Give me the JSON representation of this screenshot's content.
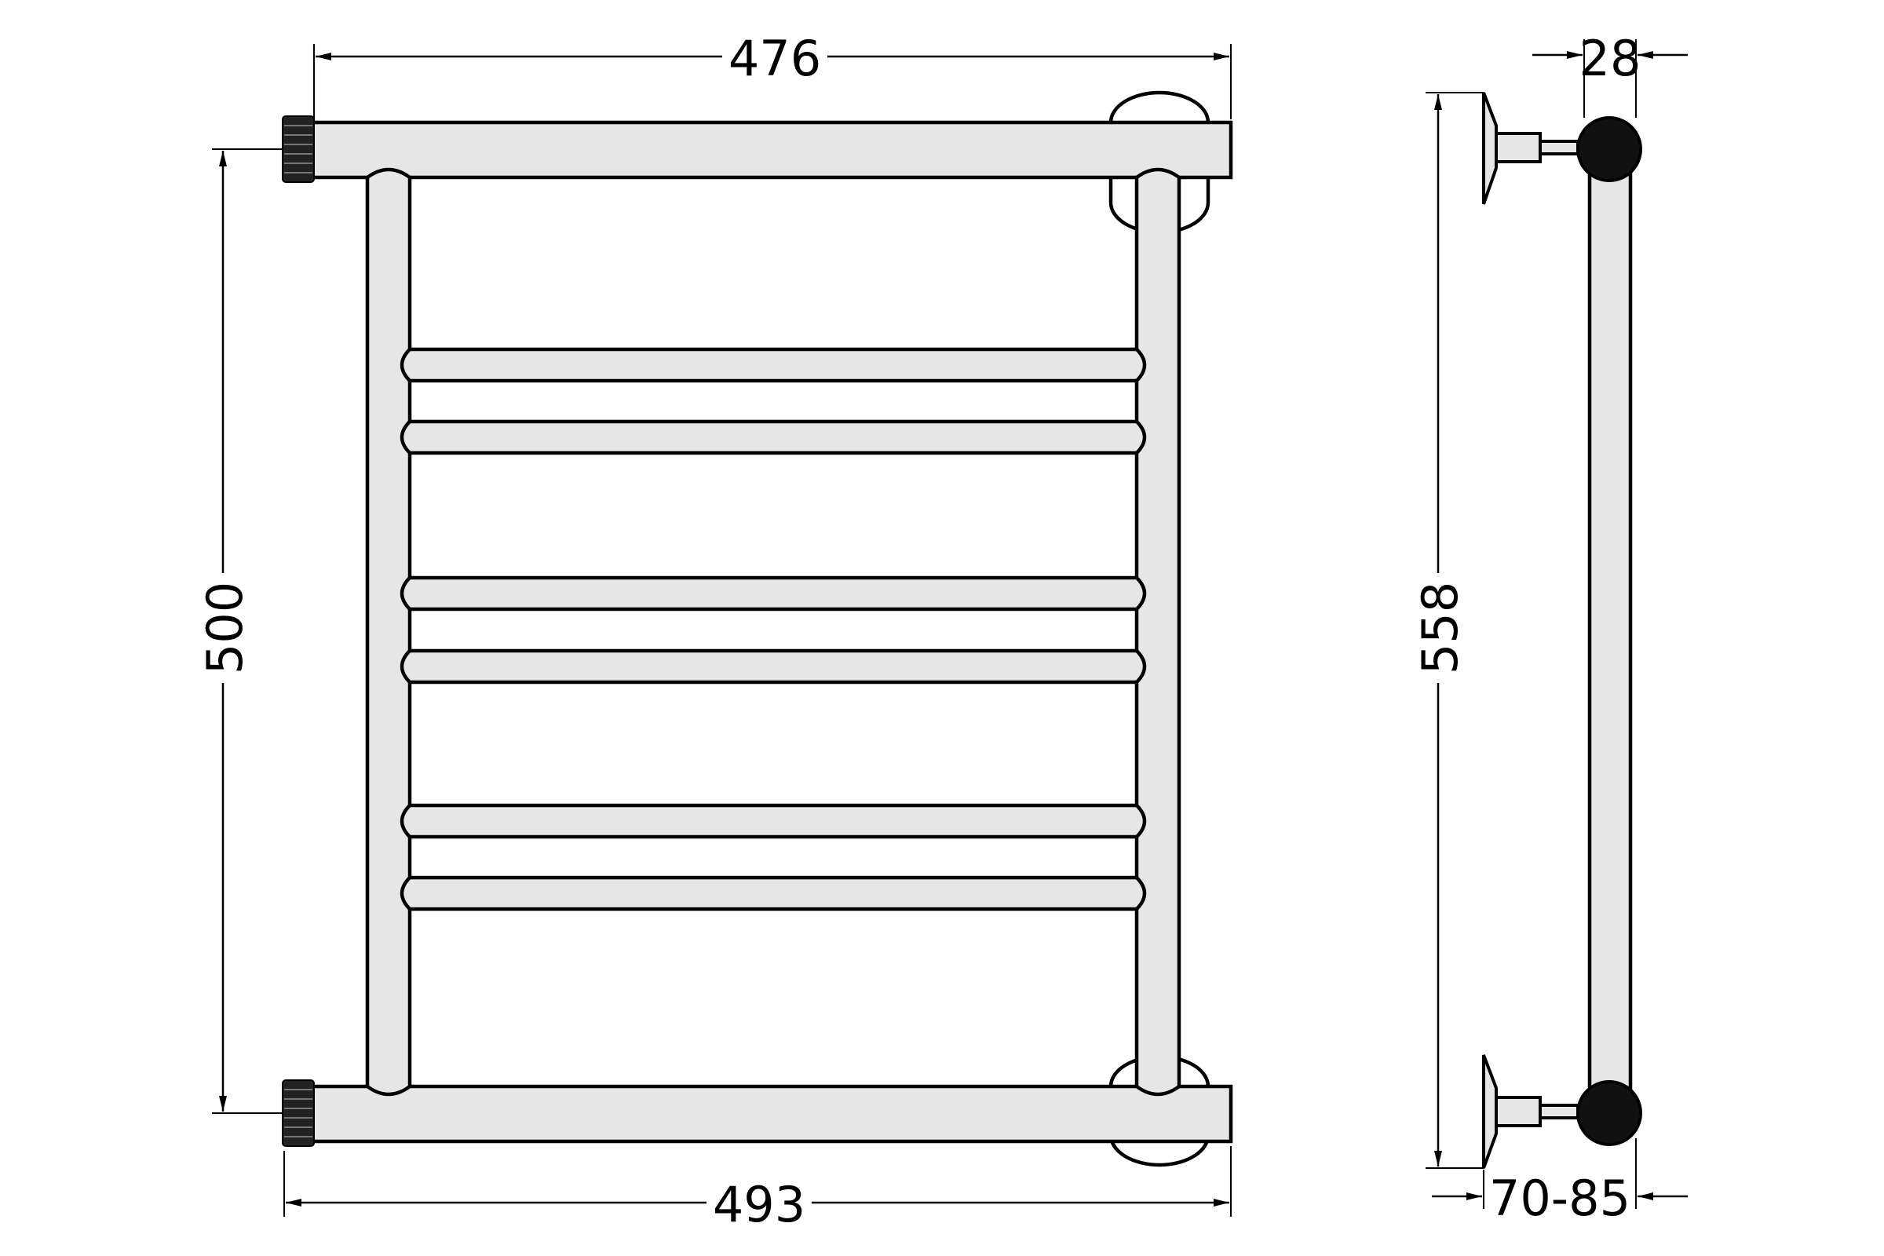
{
  "dimensions": {
    "top_width": "476",
    "bottom_width": "493",
    "height_left": "500",
    "height_side": "558",
    "pipe_diameter": "28",
    "wall_distance": "70-85"
  },
  "colors": {
    "fill": "#e6e6e6",
    "line": "#000000"
  }
}
